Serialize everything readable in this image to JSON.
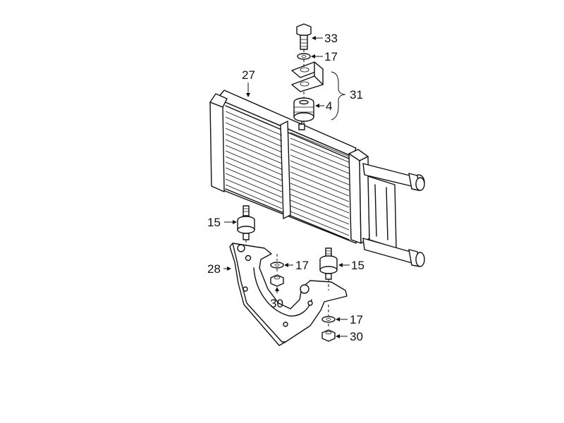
{
  "callouts": {
    "p33": "33",
    "p17_top": "17",
    "p31": "31",
    "p4": "4",
    "p27": "27",
    "p15_left": "15",
    "p28": "28",
    "p17_mid": "17",
    "p30_mid": "30",
    "p15_right": "15",
    "p17_bottom": "17",
    "p30_bottom": "30"
  },
  "colors": {
    "line": "#111111",
    "background": "#ffffff"
  }
}
